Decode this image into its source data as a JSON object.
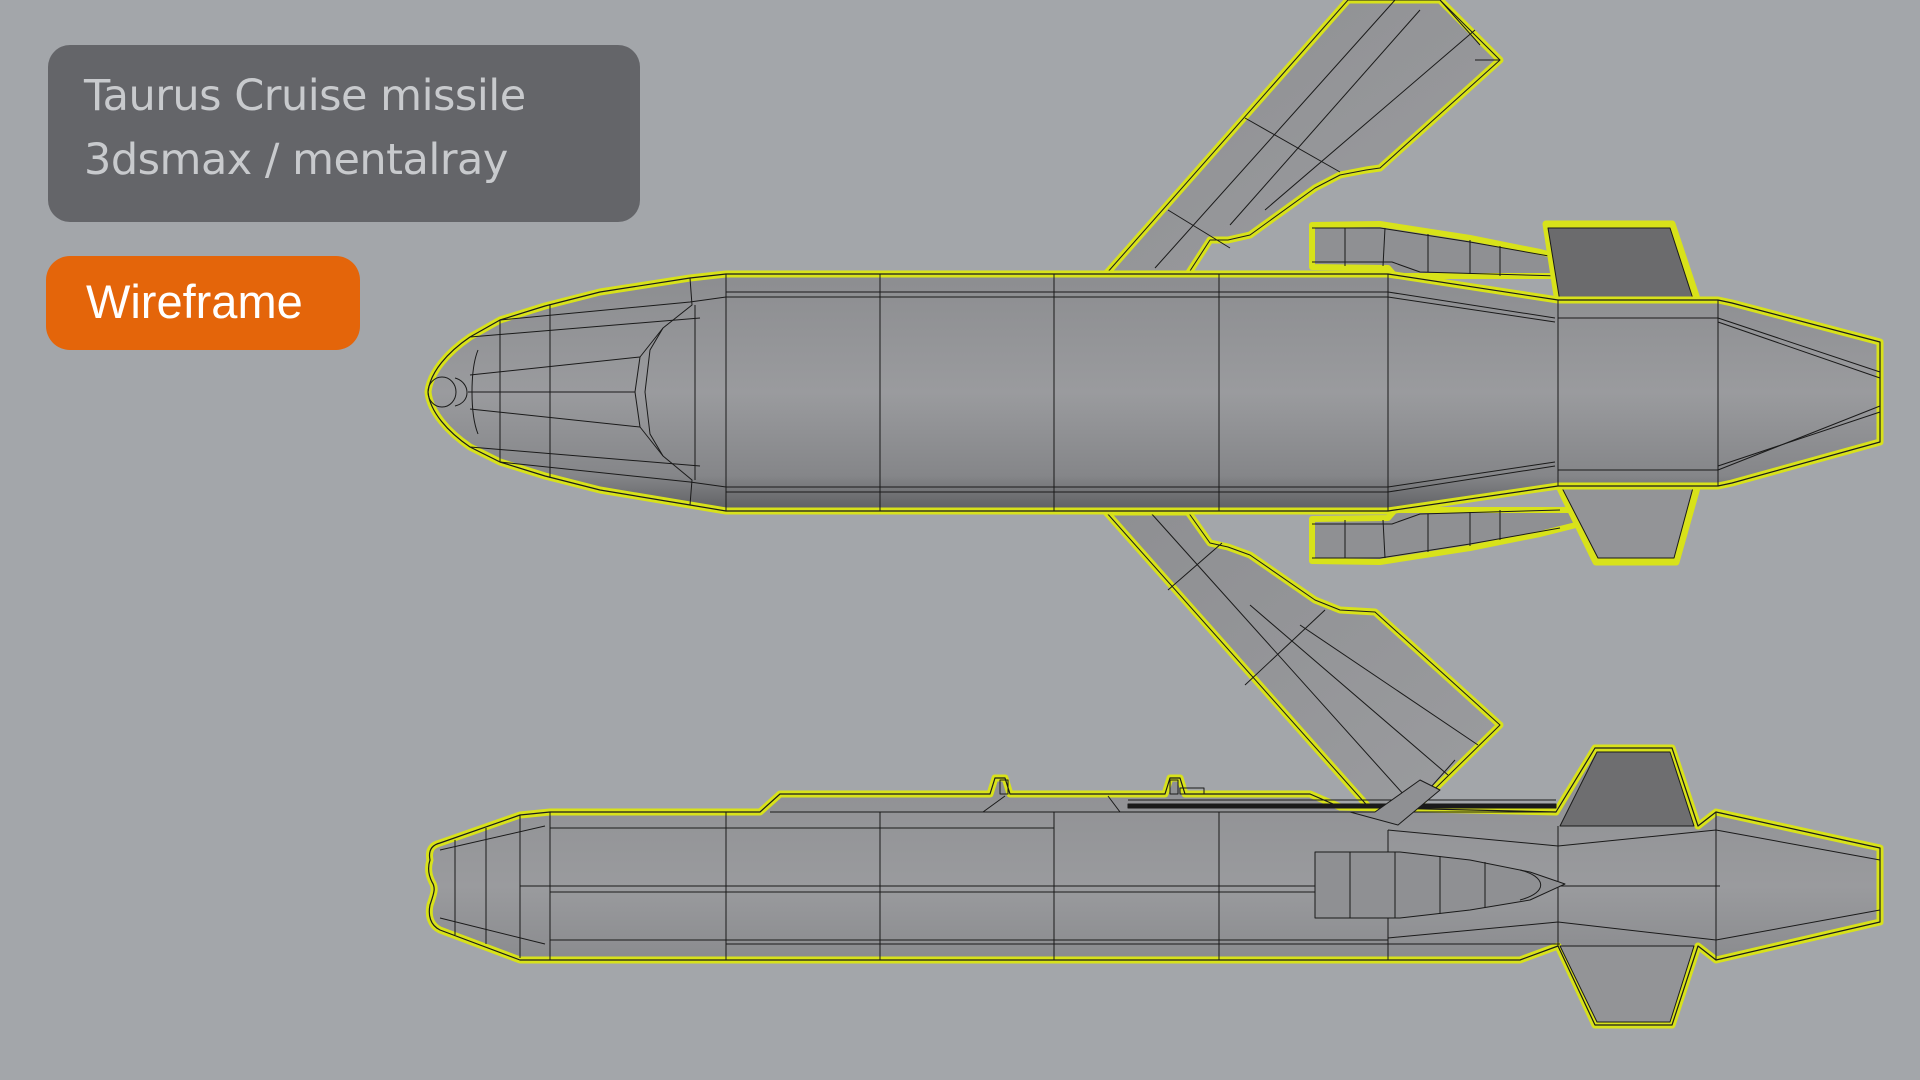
{
  "header": {
    "title_line1": "Taurus Cruise missile",
    "title_line2": "3dsmax / mentalray"
  },
  "badge": {
    "label": "Wireframe",
    "color": "#e4650a"
  },
  "colors": {
    "background": "#a3a6aa",
    "title_box": "#646569",
    "title_text": "#c8cacd",
    "selection_outline": "#d8e21a",
    "mesh_fill": "#8f9093",
    "fin_dark": "#6e6e70",
    "wire": "#1a1a1a"
  },
  "viewport": {
    "views": [
      {
        "name": "top view",
        "object": "Taurus missile"
      },
      {
        "name": "side view",
        "object": "Taurus missile"
      }
    ]
  }
}
